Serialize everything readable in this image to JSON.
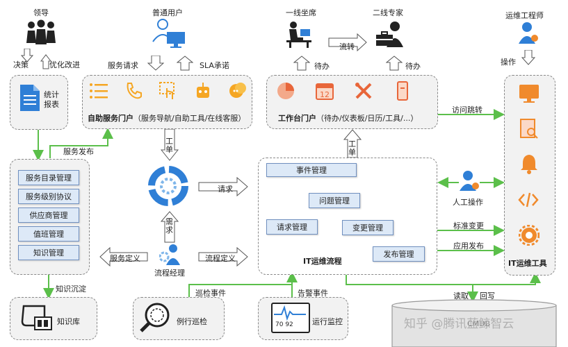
{
  "roles": {
    "leader": "领导",
    "user": "普通用户",
    "agent1": "一线坐席",
    "agent2": "二线专家",
    "ops_engineer": "运维工程师"
  },
  "flow_labels": {
    "decision": "决策",
    "improve": "优化改进",
    "service_request": "服务请求",
    "sla": "SLA承诺",
    "transfer": "流转",
    "todo1": "待办",
    "todo2": "待办",
    "operate": "操作",
    "service_publish": "服务发布",
    "work_order_1": "工\n单",
    "work_order_2": "工\n单",
    "request": "请求",
    "demand": "需\n求",
    "visit_jump": "访问跳转",
    "manual_op": "人工操作",
    "std_change": "标准变更",
    "app_publish": "应用发布",
    "service_define": "服务定义",
    "process_define": "流程定义",
    "knowledge_settle": "知识沉淀",
    "inspect_event": "巡检事件",
    "alert_event": "告警事件",
    "read": "读取",
    "write_back": "回写"
  },
  "stats_box": {
    "label": "统计\n报表"
  },
  "self_service": {
    "title": "自助服务门户",
    "subtitle": "（服务导航/自助工具/在线客服）"
  },
  "workbench": {
    "title": "工作台门户",
    "subtitle": "（待办/仪表板/日历/工具/...）"
  },
  "management": {
    "items": [
      "服务目录管理",
      "服务级别协议",
      "供应商管理",
      "值班管理",
      "知识管理"
    ]
  },
  "process_owner": {
    "label": "流程经理"
  },
  "it_process": {
    "title": "IT运维流程",
    "event": "事件管理",
    "problem": "问题管理",
    "request": "请求管理",
    "change": "变更管理",
    "release": "发布管理"
  },
  "it_tools": {
    "title": "IT运维工具"
  },
  "bottom": {
    "knowledge_base": "知识库",
    "inspection": "例行巡检",
    "monitoring": "运行监控",
    "monitor_values": "70 92",
    "cmdb": "CMDB"
  },
  "watermark": "知乎 @腾讯蓝鲸智云",
  "colors": {
    "green": "#5bbf4a",
    "blue": "#2f7fd6",
    "orange": "#f08a2c"
  }
}
